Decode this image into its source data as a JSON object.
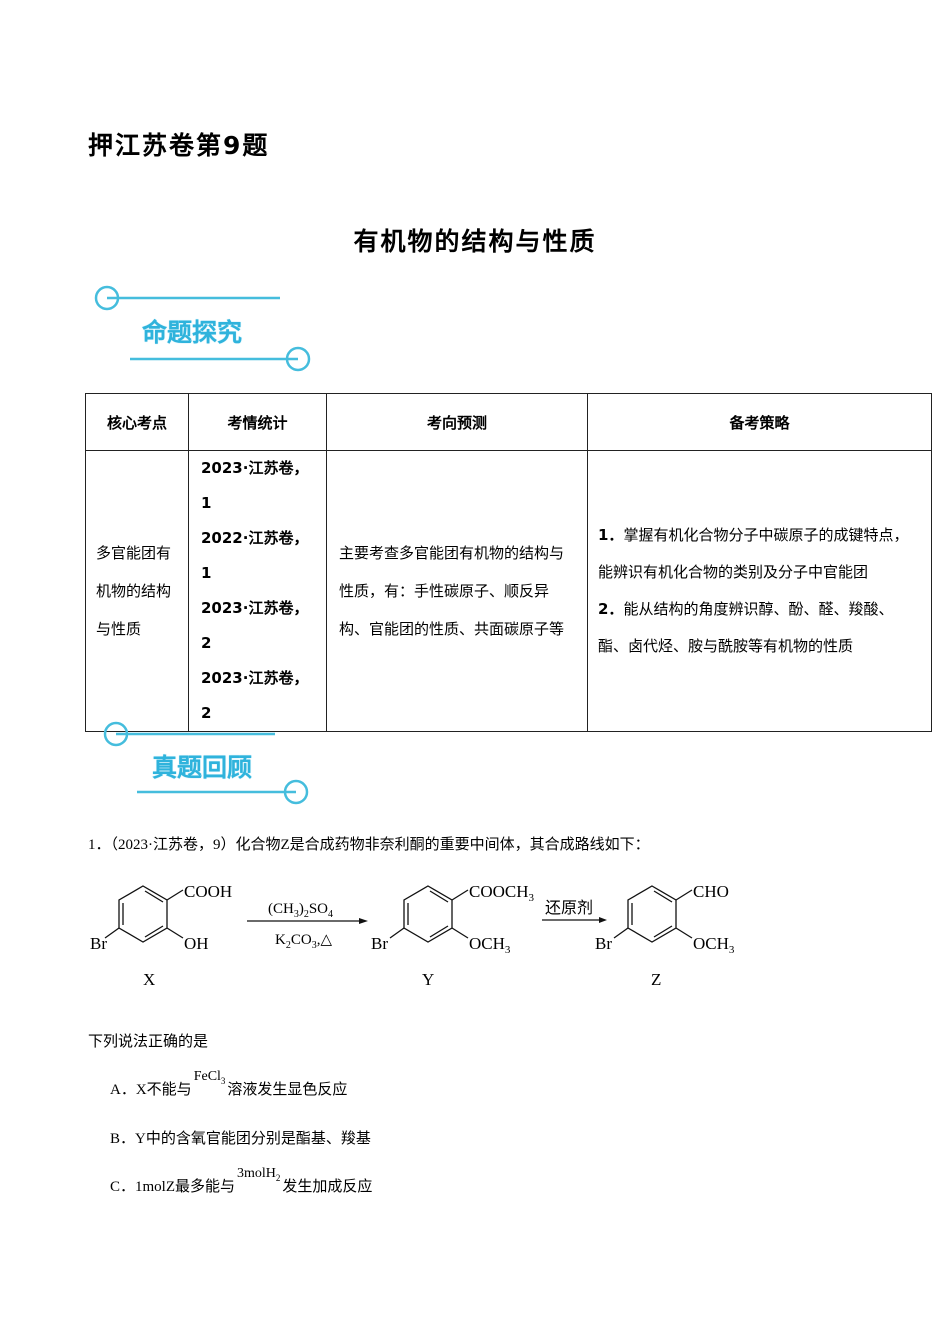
{
  "header": {
    "title": "押江苏卷第9题",
    "subtitle": "有机物的结构与性质"
  },
  "sections": {
    "badge1": "命题探究",
    "badge2": "真题回顾",
    "accent_color": "#2fb3dc"
  },
  "table": {
    "headers": [
      "核心考点",
      "考情统计",
      "考向预测",
      "备考策略"
    ],
    "row": {
      "core_point": "多官能团有机物的结构与性质",
      "stats": [
        "2023·江苏卷，1",
        "2022·江苏卷，1",
        "2023·江苏卷，2",
        "2023·江苏卷，2"
      ],
      "forecast": "主要考查多官能团有机物的结构与性质，有：手性碳原子、顺反异构、官能团的性质、共面碳原子等",
      "strategy": [
        {
          "num": "1．",
          "text": "掌握有机化合物分子中碳原子的成键特点，能辨识有机化合物的类别及分子中官能团"
        },
        {
          "num": "2．",
          "text": "能从结构的角度辨识醇、酚、醛、羧酸、酯、卤代烃、胺与酰胺等有机物的性质"
        }
      ]
    }
  },
  "question": {
    "number": "1．",
    "stem": "（2023·江苏卷，9）化合物Z是合成药物非奈利酮的重要中间体，其合成路线如下：",
    "scheme": {
      "X": {
        "label": "X",
        "substituents": [
          "COOH",
          "OH",
          "Br"
        ]
      },
      "reagent1_top": "(CH₃)₂SO₄",
      "reagent1_bottom": "K₂CO₃,△",
      "Y": {
        "label": "Y",
        "substituents": [
          "COOCH₃",
          "OCH₃",
          "Br"
        ]
      },
      "reagent2": "还原剂",
      "Z": {
        "label": "Z",
        "substituents": [
          "CHO",
          "OCH₃",
          "Br"
        ]
      }
    },
    "ask": "下列说法正确的是",
    "options": [
      {
        "letter": "A．",
        "pre": "X不能与",
        "formula": "FeCl",
        "formula_sub": "3",
        "post": "溶液发生显色反应"
      },
      {
        "letter": "B．",
        "pre": "Y中的含氧官能团分别是酯基、羧基",
        "formula": "",
        "formula_sub": "",
        "post": ""
      },
      {
        "letter": "C．",
        "pre": "1molZ最多能与",
        "formula": "3molH",
        "formula_sub": "2",
        "post": "发生加成反应"
      }
    ]
  }
}
